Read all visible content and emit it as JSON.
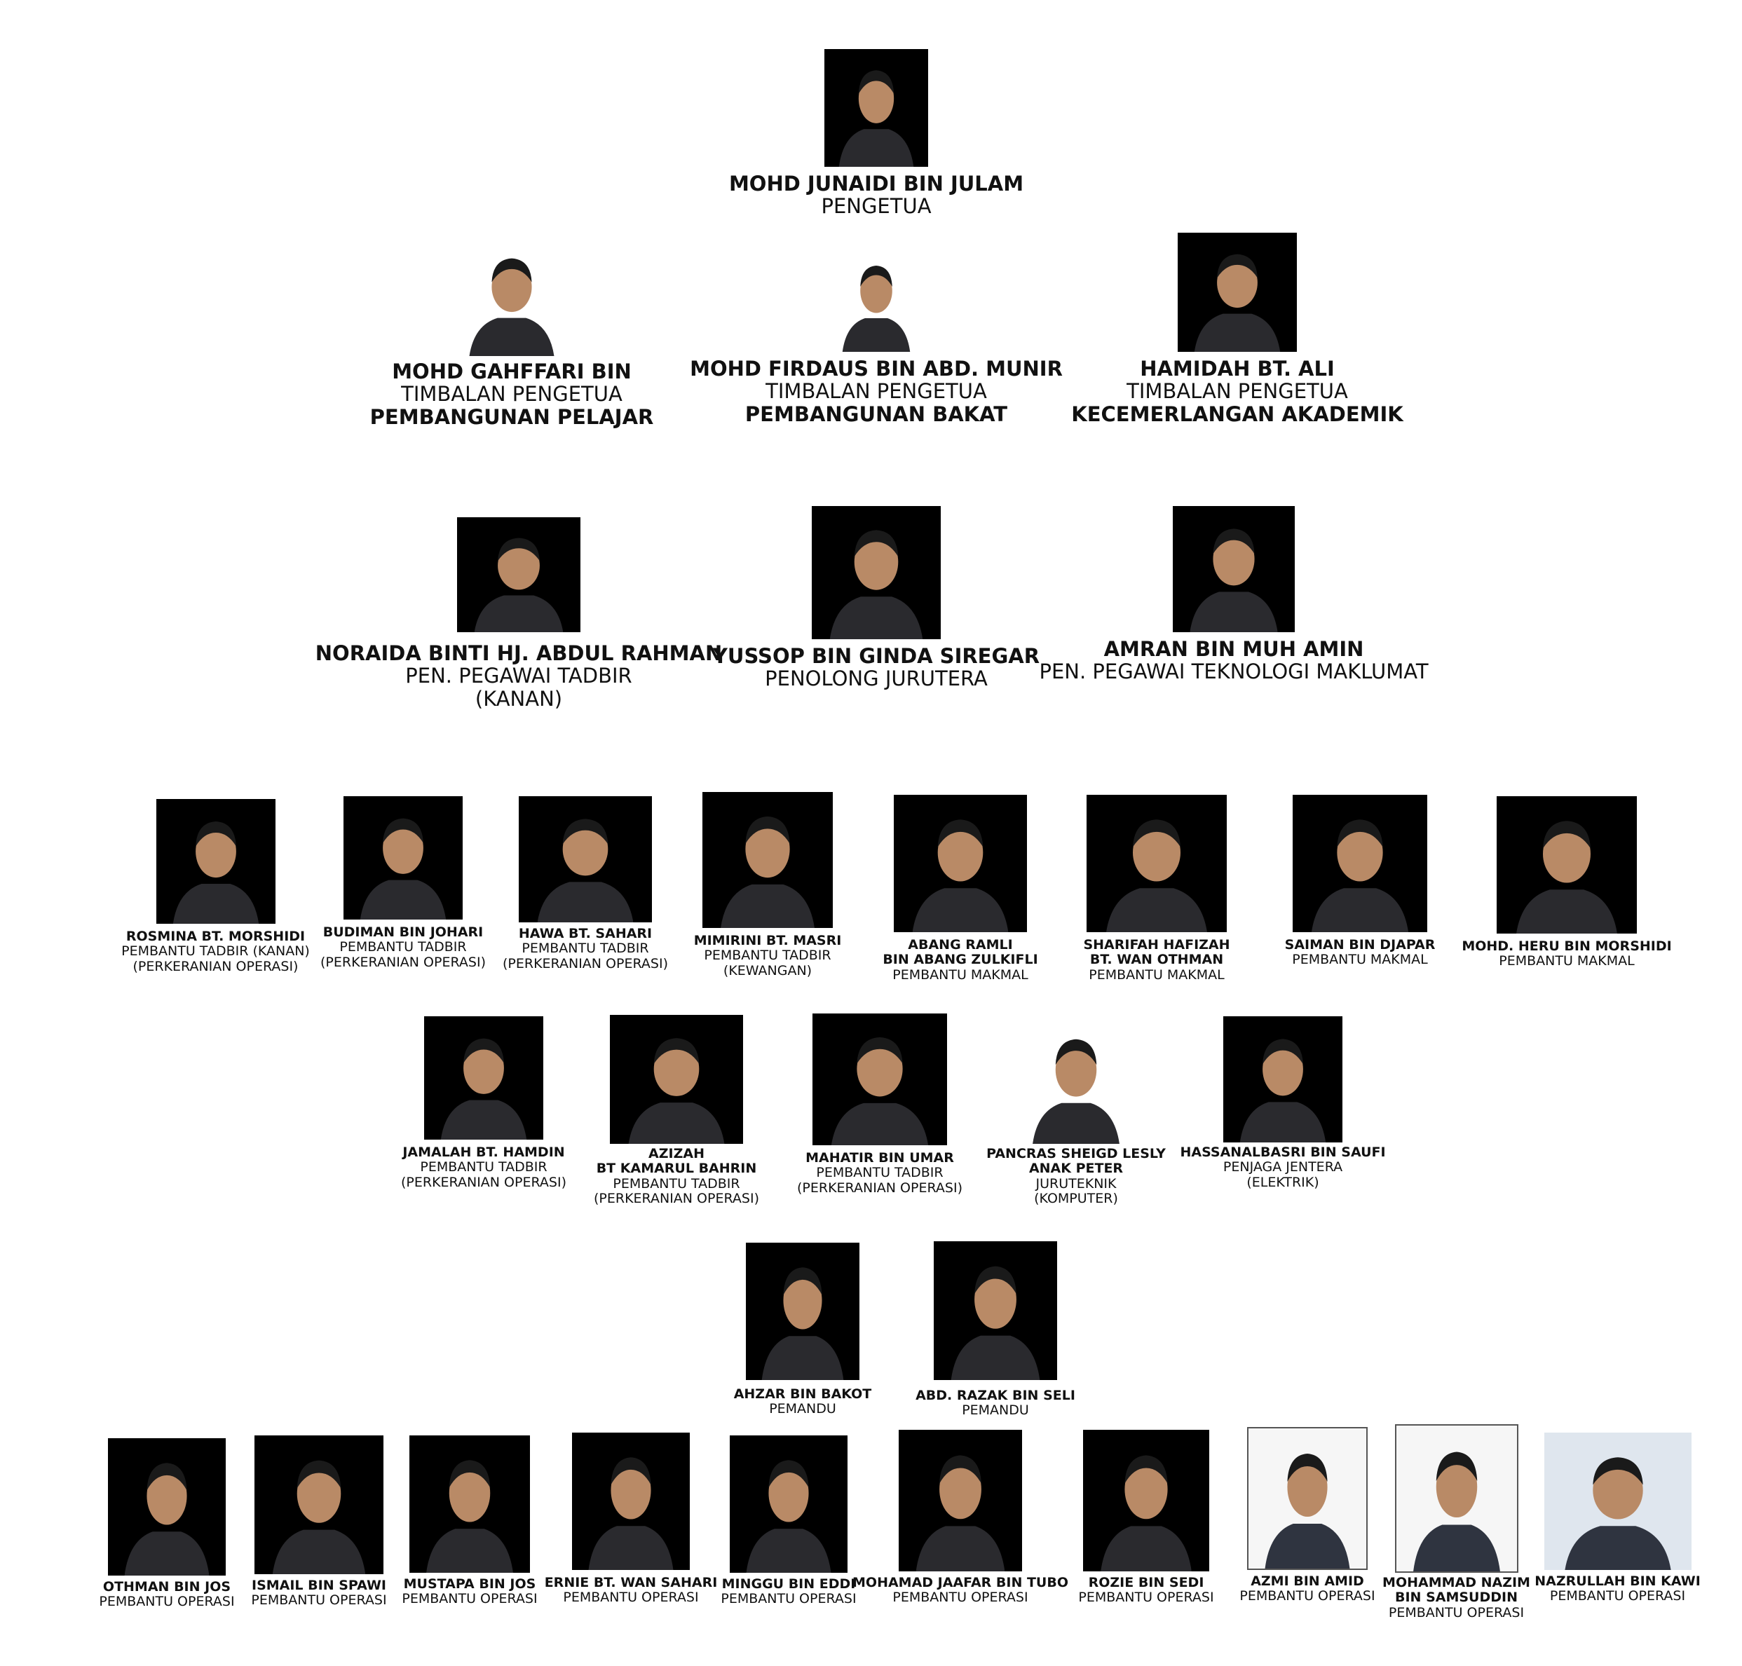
{
  "colors": {
    "photo_bg": "#000000",
    "text": "#111111",
    "page_bg": "#ffffff"
  },
  "principal": {
    "name": "MOHD JUNAIDI BIN JULAM",
    "role": "PENGETUA"
  },
  "deputies": [
    {
      "name": "MOHD GAHFFARI BIN",
      "role": "TIMBALAN PENGETUA",
      "portfolio": "PEMBANGUNAN PELAJAR"
    },
    {
      "name": "MOHD FIRDAUS BIN ABD. MUNIR",
      "role": "TIMBALAN PENGETUA",
      "portfolio": "PEMBANGUNAN BAKAT"
    },
    {
      "name": "HAMIDAH BT. ALI",
      "role": "TIMBALAN PENGETUA",
      "portfolio": "KECEMERLANGAN AKADEMIK"
    }
  ],
  "officers": [
    {
      "name": "NORAIDA BINTI HJ. ABDUL RAHMAN",
      "role": "PEN. PEGAWAI TADBIR",
      "role2": "(KANAN)"
    },
    {
      "name": "YUSSOP BIN GINDA SIREGAR",
      "role": "PENOLONG JURUTERA",
      "role2": ""
    },
    {
      "name": "AMRAN BIN MUH AMIN",
      "role": "PEN. PEGAWAI TEKNOLOGI MAKLUMAT",
      "role2": ""
    }
  ],
  "staff_row1": [
    {
      "name": "ROSMINA BT. MORSHIDI",
      "name2": "",
      "role": "PEMBANTU TADBIR (KANAN)",
      "role2": "(PERKERANIAN OPERASI)"
    },
    {
      "name": "BUDIMAN BIN JOHARI",
      "name2": "",
      "role": "PEMBANTU TADBIR",
      "role2": "(PERKERANIAN OPERASI)"
    },
    {
      "name": "HAWA BT. SAHARI",
      "name2": "",
      "role": "PEMBANTU TADBIR",
      "role2": "(PERKERANIAN OPERASI)"
    },
    {
      "name": "MIMIRINI BT. MASRI",
      "name2": "",
      "role": "PEMBANTU TADBIR",
      "role2": "(KEWANGAN)"
    },
    {
      "name": "ABANG RAMLI",
      "name2": "BIN ABANG ZULKIFLI",
      "role": "PEMBANTU MAKMAL",
      "role2": ""
    },
    {
      "name": "SHARIFAH HAFIZAH",
      "name2": "BT. WAN OTHMAN",
      "role": "PEMBANTU MAKMAL",
      "role2": ""
    },
    {
      "name": "SAIMAN BIN DJAPAR",
      "name2": "",
      "role": "PEMBANTU MAKMAL",
      "role2": ""
    },
    {
      "name": "MOHD. HERU BIN MORSHIDI",
      "name2": "",
      "role": "PEMBANTU MAKMAL",
      "role2": ""
    }
  ],
  "staff_row2": [
    {
      "name": "JAMALAH BT. HAMDIN",
      "name2": "",
      "role": "PEMBANTU TADBIR",
      "role2": "(PERKERANIAN OPERASI)"
    },
    {
      "name": "AZIZAH",
      "name2": "BT KAMARUL BAHRIN",
      "role": "PEMBANTU TADBIR",
      "role2": "(PERKERANIAN OPERASI)"
    },
    {
      "name": "MAHATIR BIN UMAR",
      "name2": "",
      "role": "PEMBANTU TADBIR",
      "role2": "(PERKERANIAN OPERASI)"
    },
    {
      "name": "PANCRAS SHEIGD LESLY",
      "name2": "ANAK PETER",
      "role": "JURUTEKNIK",
      "role2": "(KOMPUTER)"
    },
    {
      "name": "HASSANALBASRI BIN SAUFI",
      "name2": "",
      "role": "PENJAGA JENTERA",
      "role2": "(ELEKTRIK)"
    }
  ],
  "drivers": [
    {
      "name": "AHZAR BIN BAKOT",
      "role": "PEMANDU"
    },
    {
      "name": "ABD. RAZAK BIN SELI",
      "role": "PEMANDU"
    }
  ],
  "operations": [
    {
      "name": "OTHMAN BIN JOS",
      "name2": "",
      "role": "PEMBANTU OPERASI"
    },
    {
      "name": "ISMAIL BIN SPAWI",
      "name2": "",
      "role": "PEMBANTU OPERASI"
    },
    {
      "name": "MUSTAPA BIN JOS",
      "name2": "",
      "role": "PEMBANTU OPERASI"
    },
    {
      "name": "ERNIE BT. WAN SAHARI",
      "name2": "",
      "role": "PEMBANTU OPERASI"
    },
    {
      "name": "MINGGU BIN EDDI",
      "name2": "",
      "role": "PEMBANTU OPERASI"
    },
    {
      "name": "MOHAMAD JAAFAR BIN TUBO",
      "name2": "",
      "role": "PEMBANTU OPERASI"
    },
    {
      "name": "ROZIE BIN SEDI",
      "name2": "",
      "role": "PEMBANTU OPERASI"
    },
    {
      "name": "AZMI BIN AMID",
      "name2": "",
      "role": "PEMBANTU OPERASI"
    },
    {
      "name": "MOHAMMAD NAZIM",
      "name2": "BIN SAMSUDDIN",
      "role": "PEMBANTU OPERASI"
    },
    {
      "name": "NAZRULLAH BIN KAWI",
      "name2": "",
      "role": "PEMBANTU OPERASI"
    }
  ]
}
